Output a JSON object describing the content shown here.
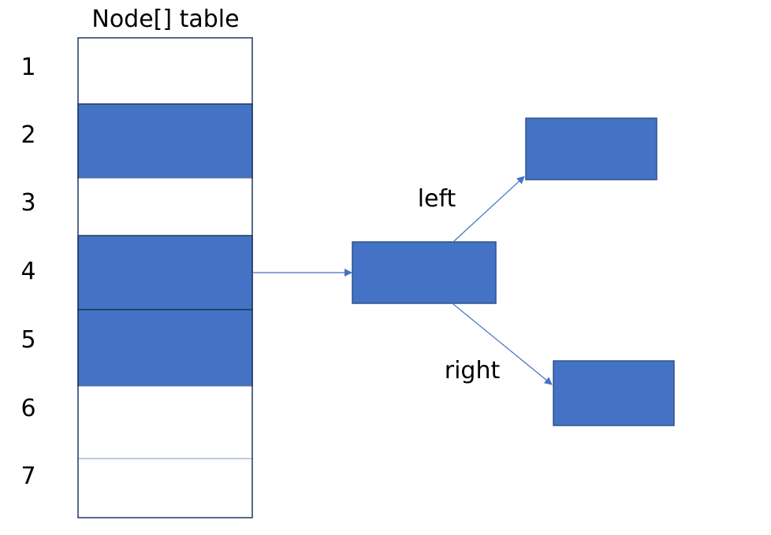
{
  "title": "Node[] table",
  "table": {
    "indices": [
      "1",
      "2",
      "3",
      "4",
      "5",
      "6",
      "7"
    ],
    "filled": [
      false,
      true,
      false,
      true,
      true,
      false,
      false
    ]
  },
  "tree": {
    "left_label": "left",
    "right_label": "right"
  },
  "colors": {
    "node_fill": "#4472C4",
    "node_stroke": "#2F528F",
    "table_border": "#1F3864",
    "arrow": "#4472C4"
  }
}
